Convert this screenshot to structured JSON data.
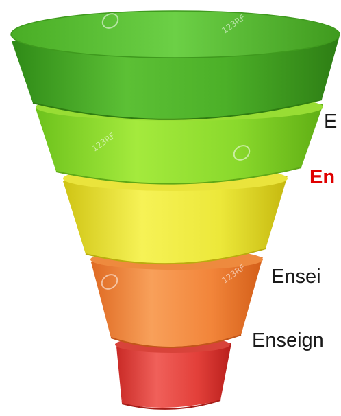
{
  "funnel": {
    "layers": [
      {
        "name": "top",
        "color": "#56b82e"
      },
      {
        "name": "second",
        "color": "#93df2d"
      },
      {
        "name": "third",
        "color": "#ece83a"
      },
      {
        "name": "fourth",
        "color": "#f2853a"
      },
      {
        "name": "bottom",
        "color": "#e3403a"
      }
    ]
  },
  "labels": [
    {
      "text": "E",
      "highlight": false
    },
    {
      "text": "En",
      "highlight": true
    },
    {
      "text": "Ensei",
      "highlight": false
    },
    {
      "text": "Enseign",
      "highlight": false
    }
  ],
  "watermark": {
    "text": "123RF"
  },
  "colors": {
    "highlight_text": "#e00000",
    "text": "#1a1a1a"
  }
}
